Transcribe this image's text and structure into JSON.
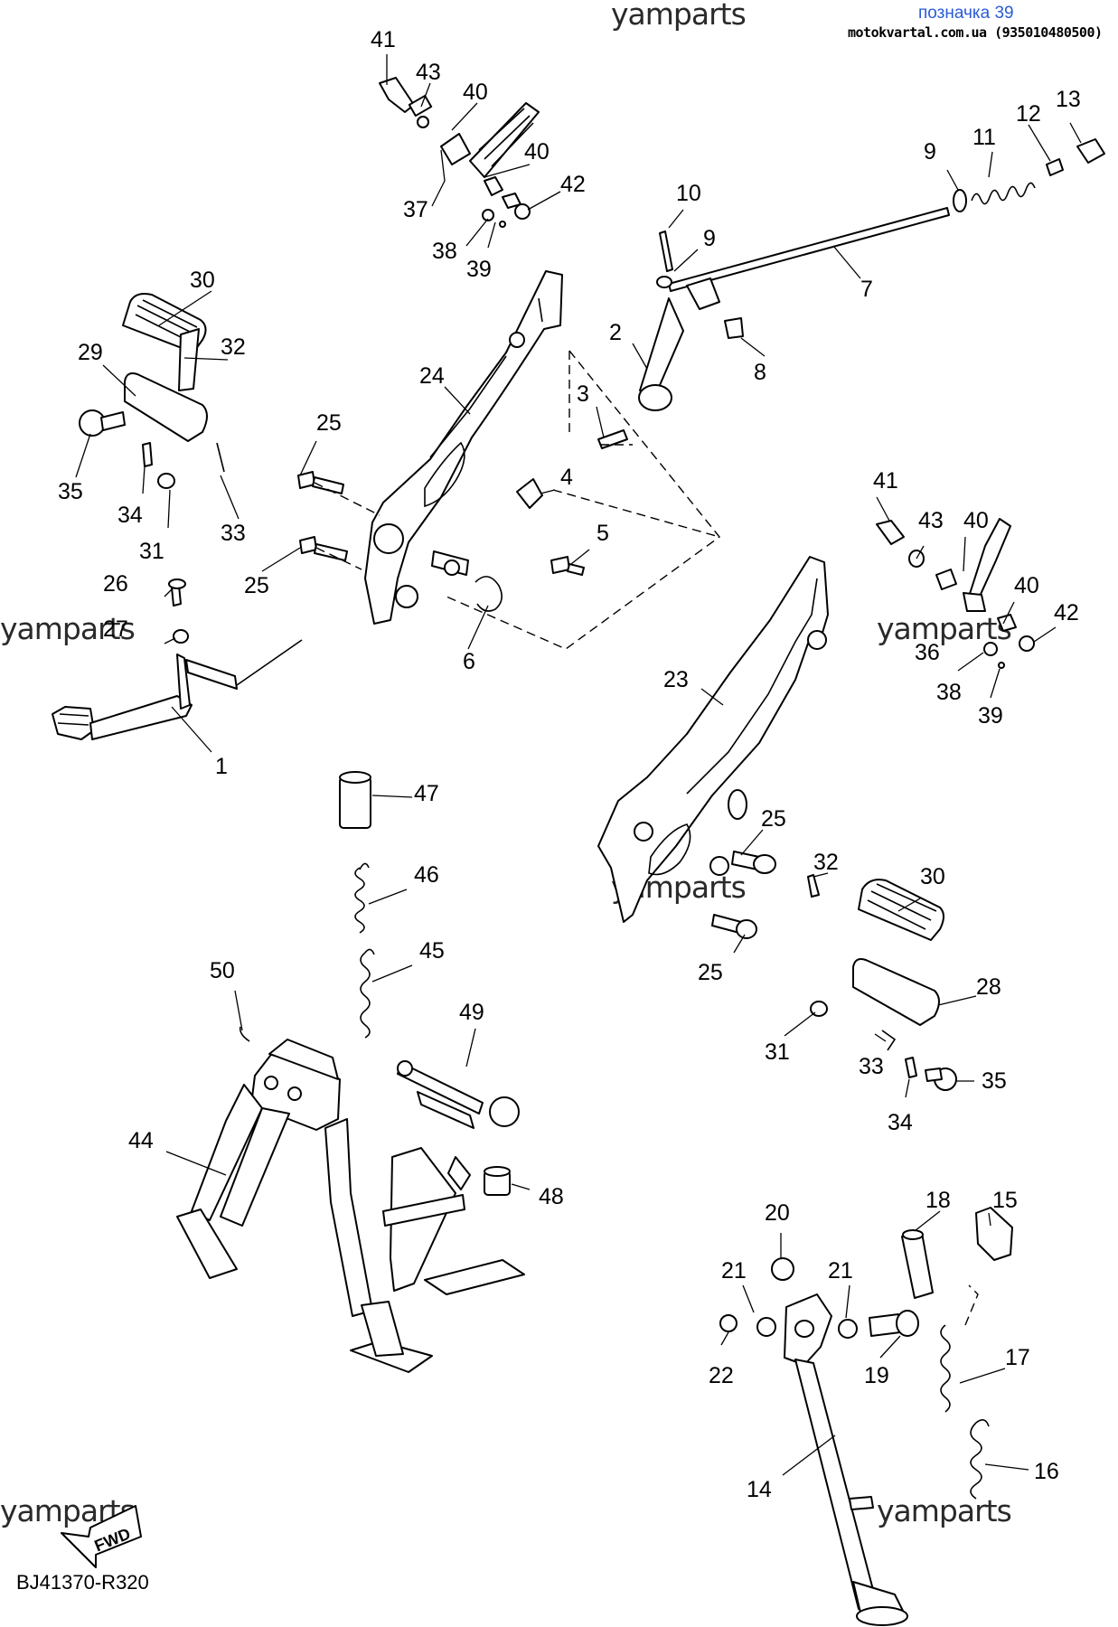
{
  "header": {
    "watermark": "yamparts",
    "label": "позначка 39",
    "site": "motokvartal.com.ua (935010480500)"
  },
  "watermarks": [
    "yamparts",
    "yamparts",
    "yamparts",
    "yamparts",
    "yamparts"
  ],
  "diagram_code": "BJ41370-R320",
  "fwd_label": "FWD",
  "callouts": [
    "41",
    "43",
    "40",
    "40",
    "37",
    "42",
    "38",
    "39",
    "10",
    "9",
    "9",
    "11",
    "12",
    "13",
    "7",
    "8",
    "2",
    "3",
    "30",
    "32",
    "29",
    "35",
    "34",
    "31",
    "33",
    "24",
    "25",
    "25",
    "4",
    "5",
    "6",
    "26",
    "27",
    "1",
    "41",
    "43",
    "40",
    "40",
    "42",
    "36",
    "38",
    "39",
    "23",
    "25",
    "25",
    "32",
    "30",
    "28",
    "31",
    "33",
    "34",
    "35",
    "47",
    "46",
    "45",
    "50",
    "49",
    "44",
    "48",
    "20",
    "21",
    "21",
    "18",
    "15",
    "22",
    "19",
    "17",
    "16",
    "14"
  ]
}
